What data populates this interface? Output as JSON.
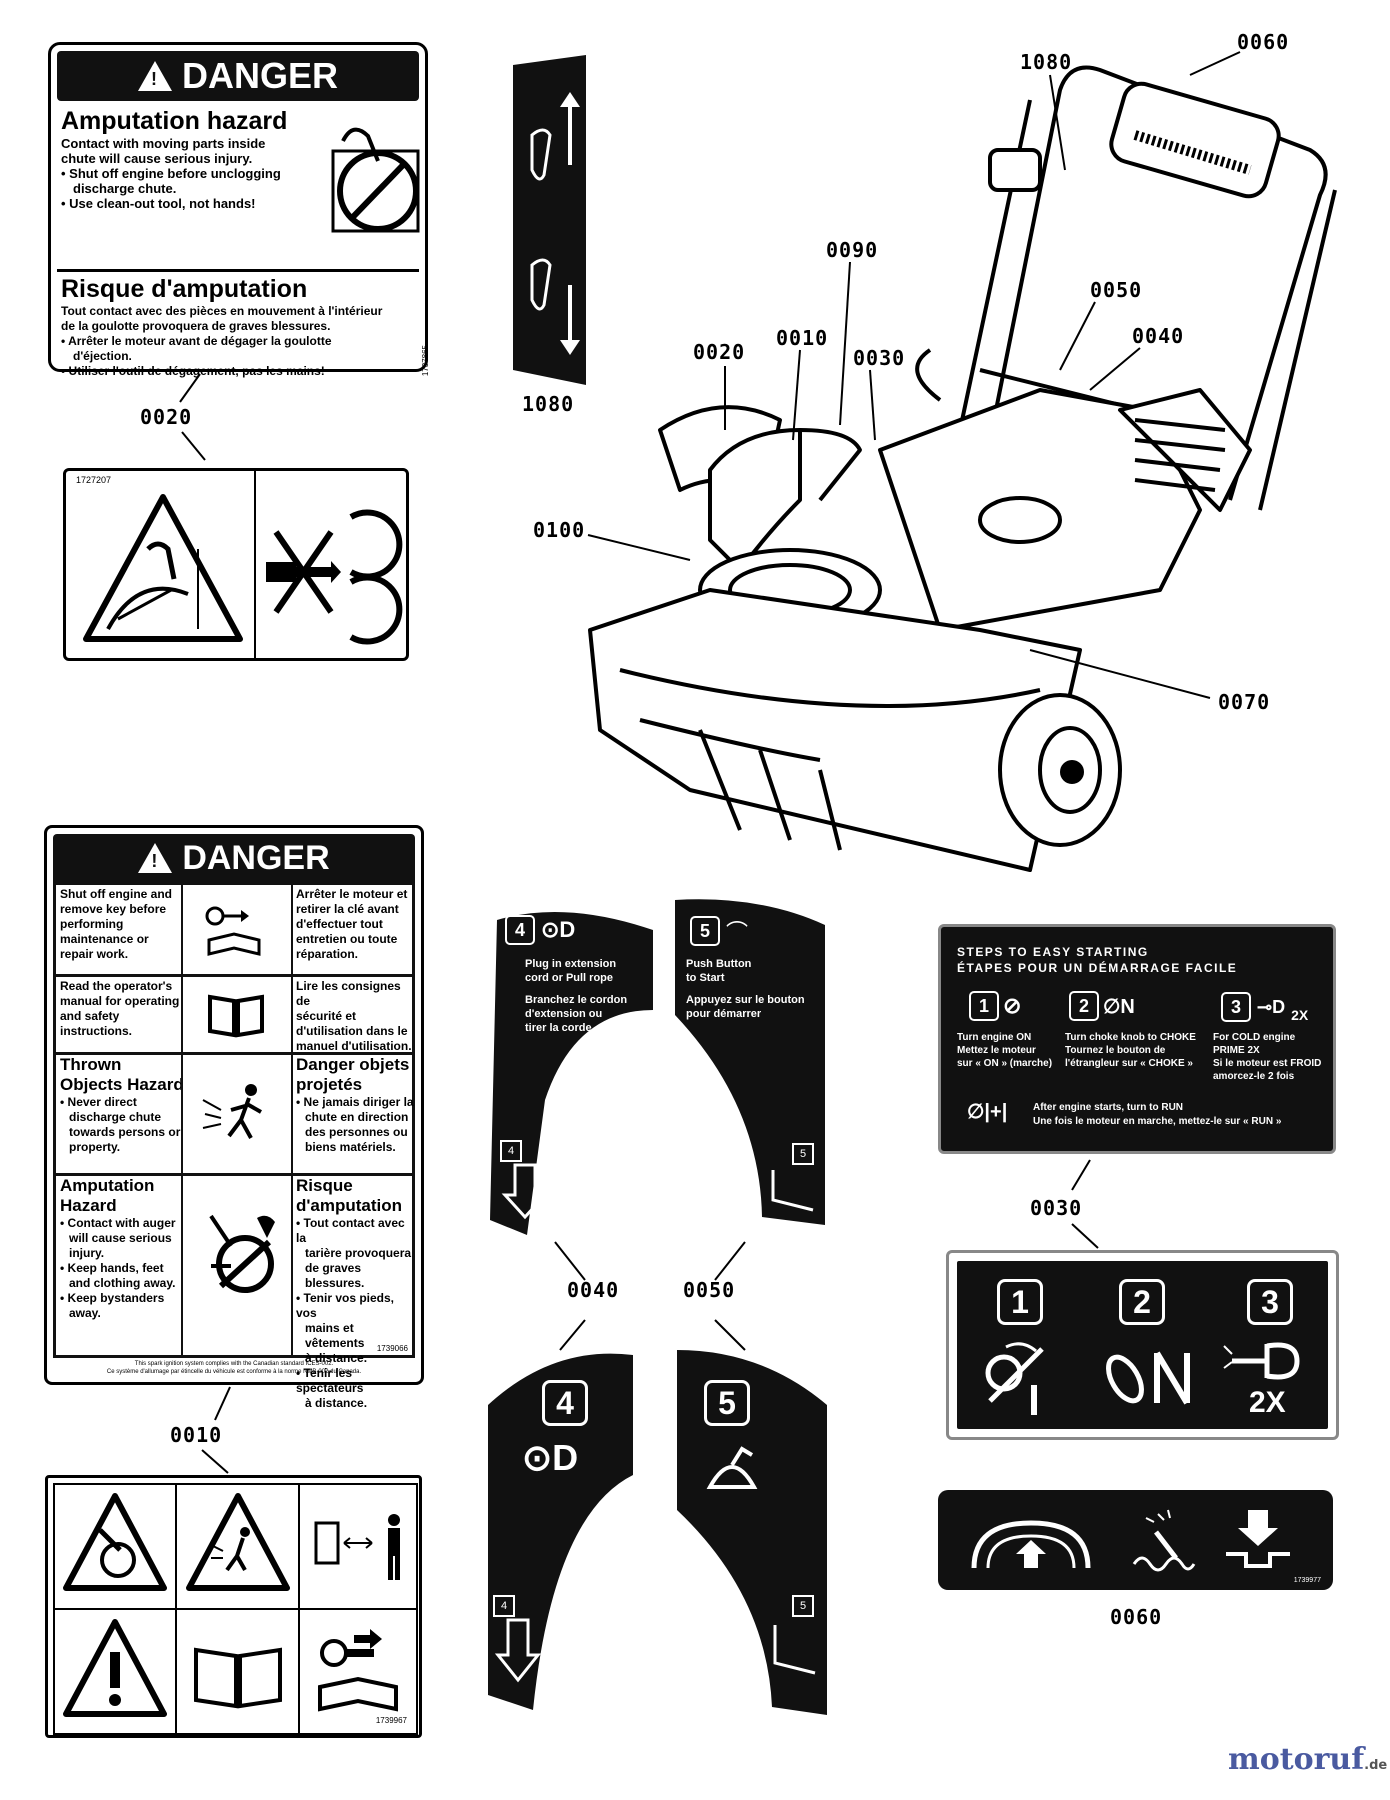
{
  "callouts": {
    "c0020_top": "0020",
    "c0010_mid": "0010",
    "c0030_lbl": "0030",
    "c0040_lbl": "0040",
    "c0050_lbl": "0050",
    "c0060_lbl": "0060",
    "c1080_lbl": "1080",
    "m1080": "1080",
    "m0060": "0060",
    "m0090": "0090",
    "m0050": "0050",
    "m0040": "0040",
    "m0020": "0020",
    "m0010": "0010",
    "m0030": "0030",
    "m0100": "0100",
    "m0070": "0070"
  },
  "decal_0020": {
    "header": "DANGER",
    "en_title": "Amputation hazard",
    "en_line1": "Contact with moving parts inside",
    "en_line2": "chute will cause serious injury.",
    "en_b1a": "• Shut off engine before unclogging",
    "en_b1b": "discharge chute.",
    "en_b2": "• Use clean-out tool, not hands!",
    "fr_title": "Risque d'amputation",
    "fr_line1": "Tout contact avec des pièces en mouvement à l'intérieur",
    "fr_line2": "de la goulotte provoquera de graves blessures.",
    "fr_b1a": "• Arrêter le moteur avant de dégager la goulotte",
    "fr_b1b": "d'éjection.",
    "fr_b2": "• Utiliser l'outil de dégagement, pas les mains!",
    "part_no": "1737865"
  },
  "decal_1727207": {
    "part_no": "1727207"
  },
  "decal_0010": {
    "header": "DANGER",
    "r1_en": [
      "Shut off engine and",
      "remove key before",
      "performing",
      "maintenance or",
      "repair work."
    ],
    "r1_fr": [
      "Arrêter le moteur et",
      "retirer la clé avant",
      "d'effectuer tout",
      "entretien ou toute",
      "réparation."
    ],
    "r2_en": [
      "Read the operator's",
      "manual for operating",
      "and safety",
      "instructions."
    ],
    "r2_fr": [
      "Lire les consignes de",
      "sécurité et",
      "d'utilisation dans le",
      "manuel d'utilisation."
    ],
    "r3_en_t1": "Thrown",
    "r3_en_t2": "Objects Hazard",
    "r3_en": [
      "• Never direct",
      "discharge chute",
      "towards persons or",
      "property."
    ],
    "r3_fr_t1": "Danger objets",
    "r3_fr_t2": "projetés",
    "r3_fr": [
      "• Ne jamais diriger la",
      "chute en direction",
      "des personnes ou",
      "biens matériels."
    ],
    "r4_en_t1": "Amputation",
    "r4_en_t2": "Hazard",
    "r4_en": [
      "• Contact with auger",
      "will cause serious",
      "injury.",
      "• Keep hands, feet",
      "and clothing away.",
      "• Keep bystanders",
      "away."
    ],
    "r4_fr_t1": "Risque",
    "r4_fr_t2": "d'amputation",
    "r4_fr": [
      "• Tout contact avec la",
      "tarière provoquera",
      "de graves blessures.",
      "• Tenir vos pieds, vos",
      "mains et vêtements",
      "à distance.",
      "• Tenir les spectateurs",
      "à distance."
    ],
    "part_no": "1739066",
    "footer1": "This spark ignition system complies with the Canadian standard ICES-002.",
    "footer2": "Ce système d'allumage par étincelle du véhicule est conforme à la norme NMB-002 du Canada."
  },
  "decal_0030": {
    "title_en": "STEPS TO EASY STARTING",
    "title_fr": "ÉTAPES POUR UN DÉMARRAGE FACILE",
    "s1": "1",
    "s2": "2",
    "s3": "3",
    "s1_en": "Turn engine ON",
    "s1_fr1": "Mettez le moteur",
    "s1_fr2": "sur « ON » (marche)",
    "s2_en": "Turn choke knob to CHOKE",
    "s2_fr1": "Tournez le bouton de",
    "s2_fr2": "l'étrangleur sur « CHOKE »",
    "s3_en1": "For COLD engine",
    "s3_en2": "PRIME 2X",
    "s3_fr1": "Si le moteur est FROID",
    "s3_fr2": "amorcez-le 2 fois",
    "s3_badge": "2X",
    "run_en": "After engine starts, turn to RUN",
    "run_fr": "Une fois le moteur en marche, mettez-le sur « RUN »"
  },
  "decal_0040_small": {
    "step": "4",
    "en1": "Plug in extension",
    "en2": "cord or Pull rope",
    "fr1": "Branchez le cordon",
    "fr2": "d'extension ou",
    "fr3": "tirer la corde",
    "corner": "4"
  },
  "decal_0050_small": {
    "step": "5",
    "en1": "Push Button",
    "en2": "to Start",
    "fr1": "Appuyez sur le bouton",
    "fr2": "pour démarrer",
    "corner": "5"
  },
  "decal_0040_large": {
    "step": "4",
    "corner": "4"
  },
  "decal_0050_large": {
    "step": "5",
    "corner": "5"
  },
  "decal_icons_123": {
    "s1": "1",
    "s2": "2",
    "s3": "3",
    "badge": "2X"
  },
  "decal_0060": {
    "part_no": "1739977"
  },
  "decal_bottom_icons": {
    "part_no": "1739967"
  },
  "watermark": {
    "brand": "motoruf",
    "tld": ".de"
  }
}
